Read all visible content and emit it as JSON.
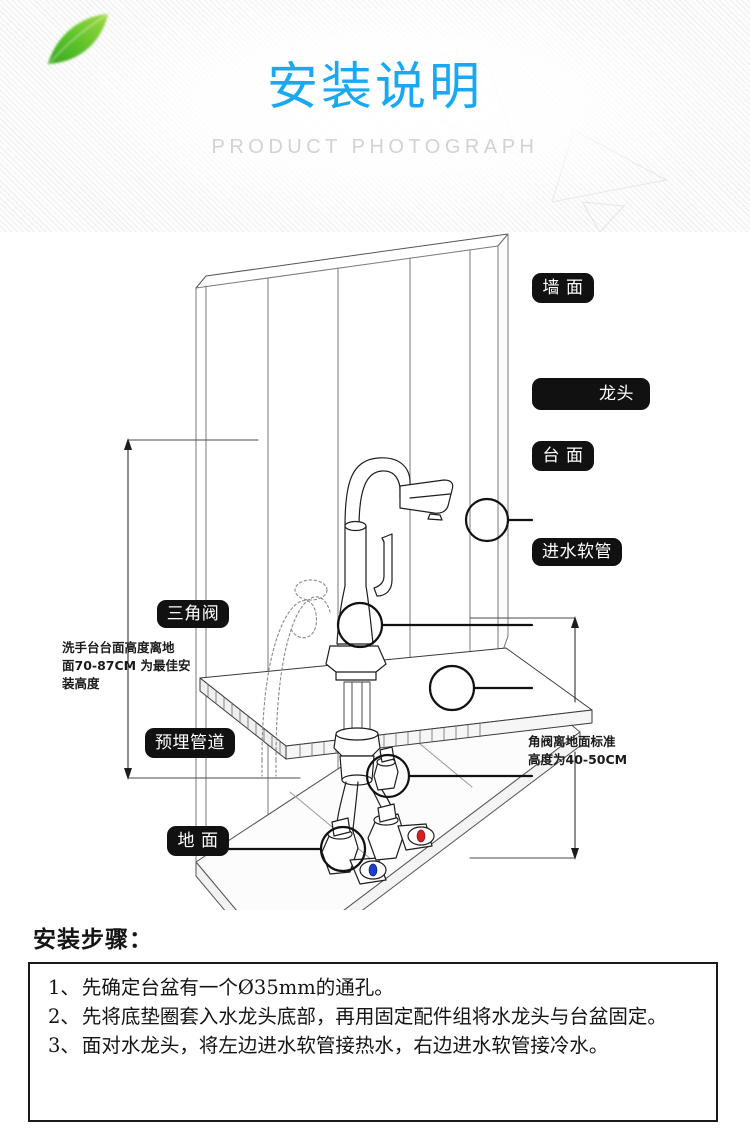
{
  "header": {
    "title_cn": "安装说明",
    "title_en": "PRODUCT PHOTOGRAPH",
    "title_color": "#19a8f2",
    "subtitle_color": "#d2d2d2",
    "leaf_icon": "green-leaf-icon"
  },
  "diagram": {
    "labels": {
      "wall": "墙  面",
      "faucet": "龙头",
      "countertop": "台  面",
      "inlet_hose": "进水软管",
      "angle_valve": "三角阀",
      "embedded_pipe": "预埋管道",
      "floor": "地  面"
    },
    "notes": {
      "counter_height": "洗手台台面高度离地\n面70-87CM 为最佳安\n装高度",
      "valve_height": "角阀离地面标准\n高度为40-50CM"
    },
    "valve_markers": {
      "hot_color": "#d32020",
      "cold_color": "#1a3fd0"
    }
  },
  "steps": {
    "title": "安装步骤：",
    "items": [
      {
        "num": "1、",
        "text": "先确定台盆有一个Ø35mm的通孔。"
      },
      {
        "num": "2、",
        "text": "先将底垫圈套入水龙头底部，再用固定配件组将水龙头与台盆固定。"
      },
      {
        "num": "3、",
        "text": "面对水龙头，将左边进水软管接热水，右边进水软管接冷水。"
      }
    ]
  }
}
